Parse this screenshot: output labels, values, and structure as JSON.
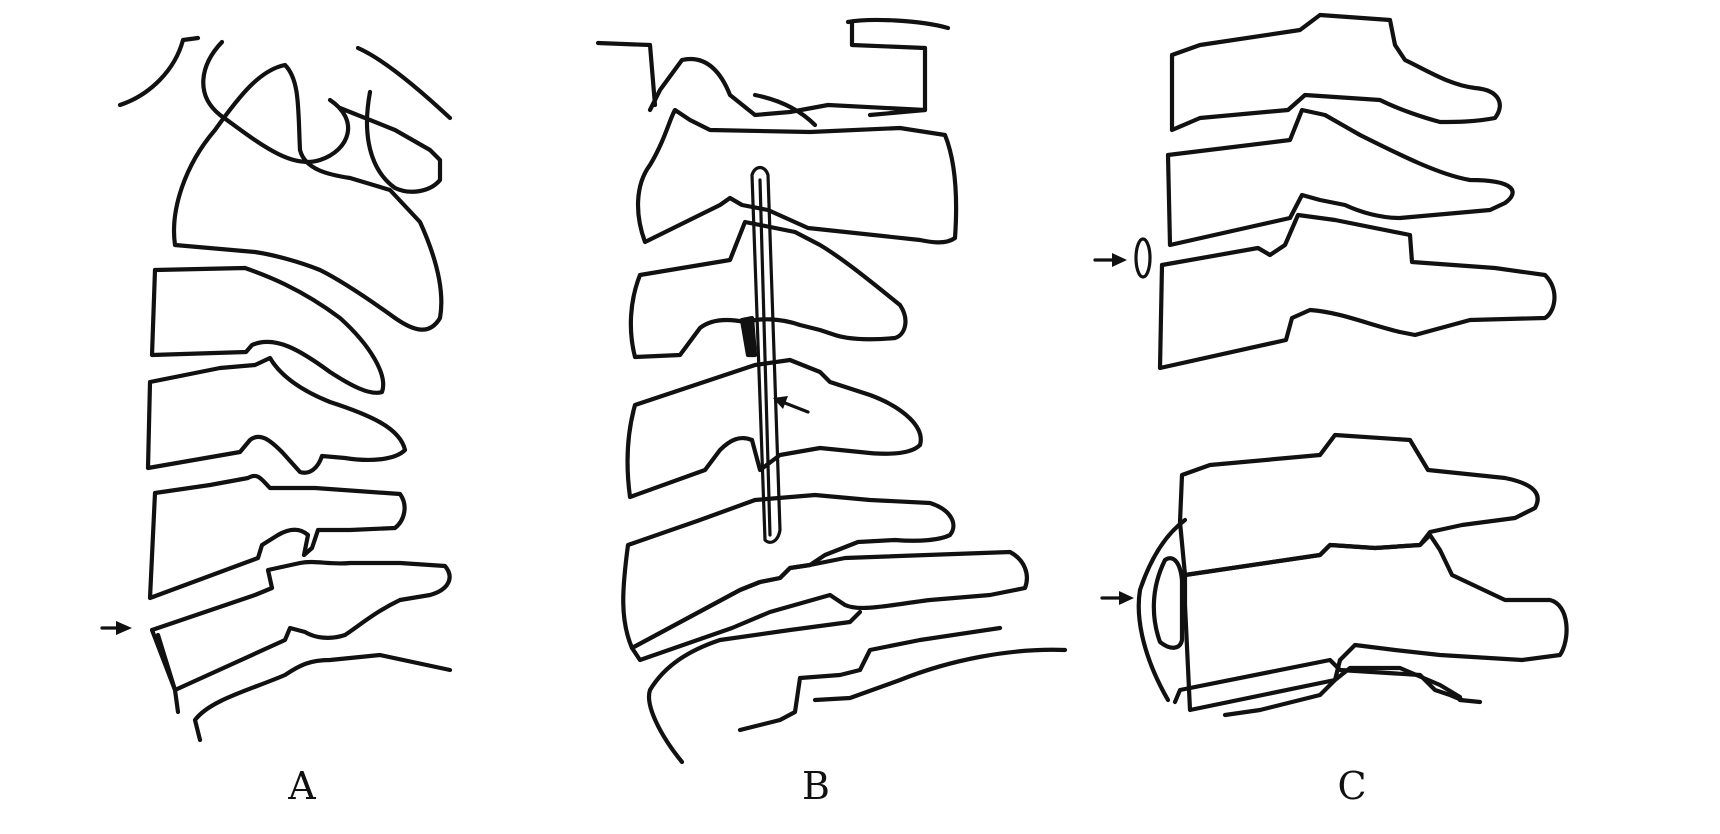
{
  "figure": {
    "panels": [
      {
        "label": "A"
      },
      {
        "label": "B"
      },
      {
        "label": "C"
      }
    ],
    "colors": {
      "line": "#111111",
      "background": "#ffffff"
    }
  }
}
